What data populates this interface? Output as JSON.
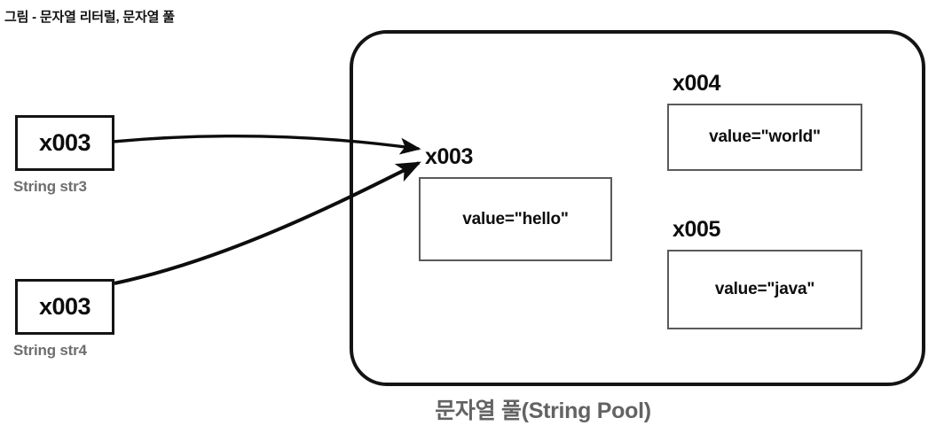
{
  "title": "그림 - 문자열 리터럴, 문자열 풀",
  "colors": {
    "stroke": "#141414",
    "inner_border": "#5a5a5a",
    "label_gray": "#6e6e6e",
    "caption_gray": "#636363",
    "text_black": "#0d0d0d",
    "background": "#ffffff"
  },
  "variables": [
    {
      "value": "x003",
      "label": "String str3"
    },
    {
      "value": "x003",
      "label": "String str4"
    }
  ],
  "pool": {
    "caption": "문자열 풀(String Pool)",
    "objects": [
      {
        "id": "x004",
        "field": "value=\"world\""
      },
      {
        "id": "x003",
        "field": "value=\"hello\""
      },
      {
        "id": "x005",
        "field": "value=\"java\""
      }
    ]
  },
  "arrows": [
    {
      "from": "String str3 box",
      "to": "x003 pooled object"
    },
    {
      "from": "String str4 box",
      "to": "x003 pooled object"
    }
  ]
}
